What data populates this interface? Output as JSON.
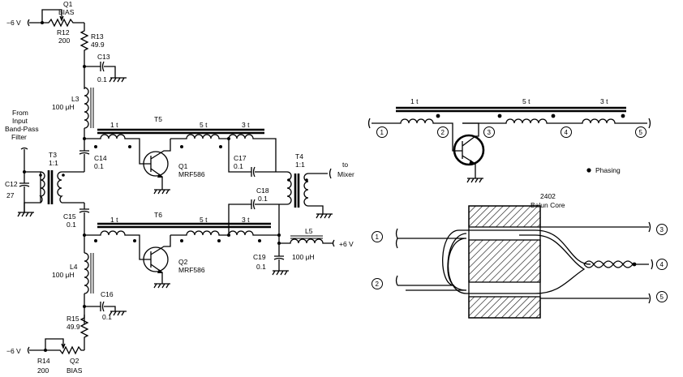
{
  "schematic": {
    "neg6v_top": "−6 V",
    "neg6v_bottom": "−6 V",
    "pos6v": "+6 V",
    "q1_bias": [
      "Q1",
      "BIAS"
    ],
    "q2_bias": [
      "Q2",
      "BIAS"
    ],
    "r12": [
      "R12",
      "200"
    ],
    "r13": [
      "R13",
      "49.9"
    ],
    "r14": [
      "R14",
      "200"
    ],
    "r15": [
      "R15",
      "49.9"
    ],
    "c13": [
      "C13",
      "0.1"
    ],
    "c14": [
      "C14",
      "0.1"
    ],
    "c15": [
      "C15",
      "0.1"
    ],
    "c16": [
      "C16",
      "0.1"
    ],
    "c17": [
      "C17",
      "0.1"
    ],
    "c18": [
      "C18",
      "0.1"
    ],
    "c19": [
      "C19",
      "0.1"
    ],
    "c12": [
      "C12",
      "27"
    ],
    "l3": [
      "L3",
      "100 μH"
    ],
    "l4": [
      "L4",
      "100 μH"
    ],
    "l5": [
      "L5",
      "100 μH"
    ],
    "t3": [
      "T3",
      "1:1"
    ],
    "t4": [
      "T4",
      "1:1"
    ],
    "t5": "T5",
    "t6": "T6",
    "q1": [
      "Q1",
      "MRF586"
    ],
    "q2": [
      "Q2",
      "MRF586"
    ],
    "winding_1t": "1 t",
    "winding_5t": "5 t",
    "winding_3t": "3 t",
    "input_filter": [
      "From",
      "Input",
      "Band-Pass",
      "Filter"
    ],
    "to_mixer": [
      "to",
      "Mixer"
    ]
  },
  "phasing_diagram": {
    "windings": [
      "1 t",
      "5 t",
      "3 t"
    ],
    "nodes": [
      "1",
      "2",
      "3",
      "4",
      "5"
    ],
    "legend": "Phasing"
  },
  "balun": {
    "title": [
      "2402",
      "Balun Core"
    ],
    "nodes": [
      "1",
      "2",
      "3",
      "4",
      "5"
    ]
  }
}
